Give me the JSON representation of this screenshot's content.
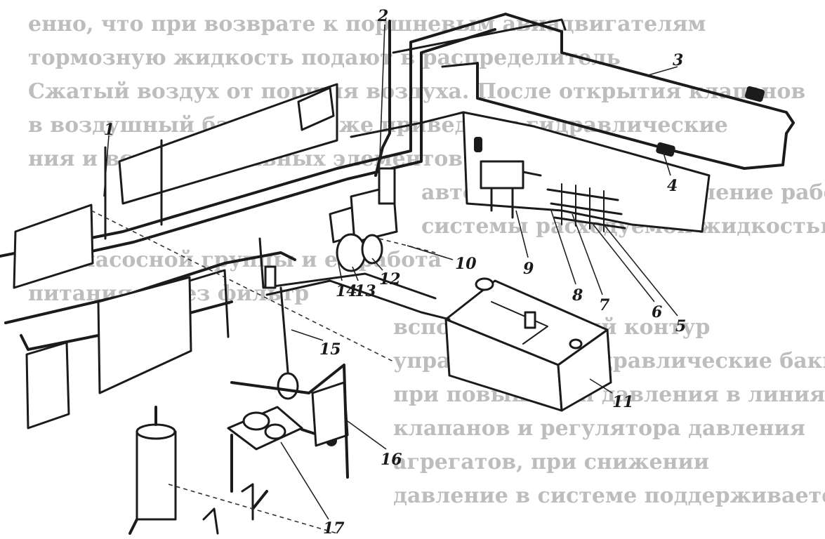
{
  "figure": {
    "background_text_lines": [
      "енно, что при возврате к поршневым авиадвигателям",
      "тормозную жидкость подают в распределитель",
      "Сжатый воздух от поршня воздуха. После открытия клапанов",
      "в воздушный баллон. Ниже приведены гидравлические",
      "ния и вспомогательных элементов системы",
      "автоматическое управление работой",
      "системы расходуемой жидкостью",
      "ние насосной группы и её работа",
      "питания через фильтр",
      "вспомогательный контур",
      "управления и гидравлические баки",
      "при повышении давления в линиях",
      "клапанов и регулятора давления",
      "агрегатов, при снижении",
      "давление в системе поддерживается"
    ],
    "callouts": [
      "1",
      "2",
      "3",
      "4",
      "5",
      "6",
      "7",
      "8",
      "9",
      "10",
      "11",
      "12",
      "13",
      "14",
      "15",
      "16",
      "17"
    ],
    "colors": {
      "ink": "#1b1b1b",
      "ghost_text": "#bdbdbd",
      "paper": "#ffffff"
    }
  }
}
